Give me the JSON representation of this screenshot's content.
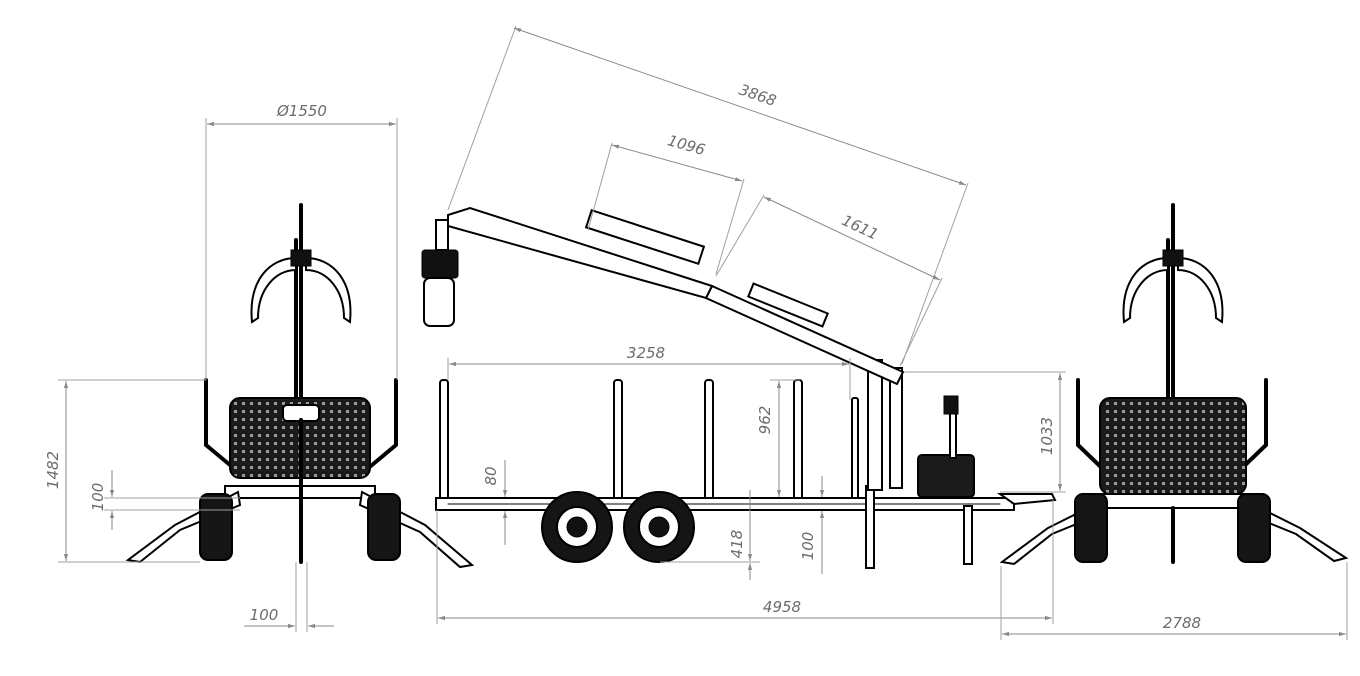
{
  "dimensions": {
    "boom_reach": "3868",
    "inner_boom": "1096",
    "outer_boom": "1611",
    "rotation_diameter": "Ø1550",
    "bunk_length": "3258",
    "stake_height": "962",
    "crane_height": "1033",
    "bunk_offset": "80",
    "total_height": "1482",
    "front_frame_gap": "100",
    "front_bottom_gap": "100",
    "ground_clearance": "418",
    "side_gap": "100",
    "total_length": "4958",
    "total_width": "2788"
  },
  "colors": {
    "line": "#000000",
    "dimension": "#6b6b6b"
  }
}
